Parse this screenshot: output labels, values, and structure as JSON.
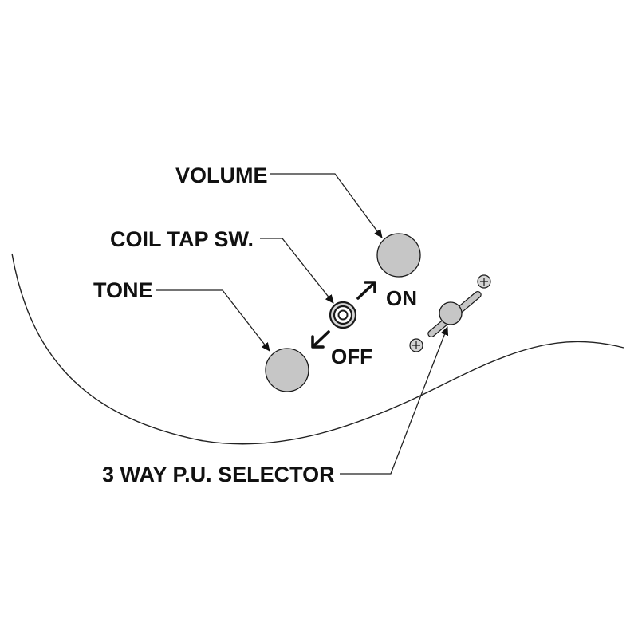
{
  "labels": {
    "volume": "VOLUME",
    "coil_tap": "COIL TAP SW.",
    "tone": "TONE",
    "on": "ON",
    "off": "OFF",
    "selector": "3 WAY P.U. SELECTOR"
  },
  "colors": {
    "knob_fill": "#c6c6c6",
    "line": "#222222",
    "text": "#111111",
    "background": "#ffffff"
  }
}
